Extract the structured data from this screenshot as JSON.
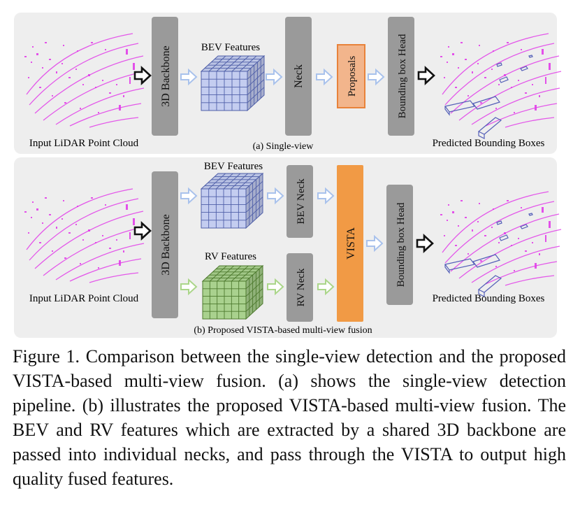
{
  "panel_a": {
    "input_label": "Input LiDAR Point Cloud",
    "backbone": "3D Backbone",
    "feature_label": "BEV Features",
    "neck": "Neck",
    "proposals": "Proposals",
    "head": "Bounding box Head",
    "output_label": "Predicted Bounding Boxes",
    "sublabel": "(a) Single-view"
  },
  "panel_b": {
    "input_label": "Input LiDAR Point Cloud",
    "backbone": "3D Backbone",
    "bev_feature_label": "BEV Features",
    "rv_feature_label": "RV Features",
    "bev_neck": "BEV Neck",
    "rv_neck": "RV Neck",
    "vista": "VISTA",
    "head": "Bounding box Head",
    "output_label": "Predicted Bounding Boxes",
    "sublabel": "(b) Proposed VISTA-based multi-view fusion"
  },
  "caption": "Figure 1. Comparison between the single-view detection and the proposed VISTA-based multi-view fusion. (a) shows the single-view detection pipeline. (b) illustrates the proposed VISTA-based multi-view fusion. The BEV and RV features which are extracted by a shared 3D backbone are passed into individual necks, and pass through the VISTA to output high quality fused features.",
  "colors": {
    "panel_bg": "#eeeeee",
    "block_gray": "#9a9a9a",
    "proposals_fill": "#f2b58c",
    "proposals_border": "#e8823a",
    "vista": "#f19a45",
    "bev_cube": "#c4cdf0",
    "rv_cube": "#a9d18e",
    "arrow_blue": "#b7cdee",
    "arrow_green": "#bfe0a0",
    "point_cloud": "#e040e8"
  }
}
